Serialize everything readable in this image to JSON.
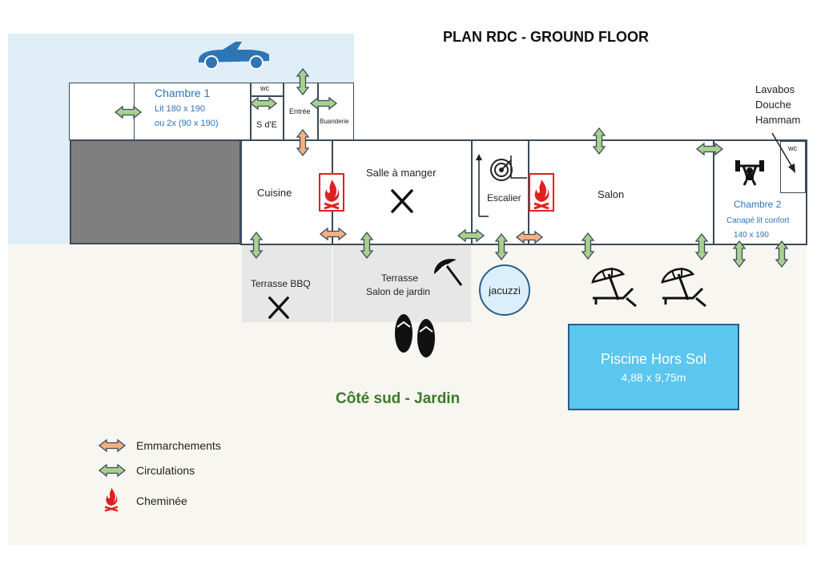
{
  "title": "PLAN RDC - GROUND FLOOR",
  "rooms": {
    "chambre1": {
      "name": "Chambre 1",
      "bed1": "Lit 180 x 190",
      "bed2": "ou 2x (90 x 190)"
    },
    "wc_top": "wc",
    "sde": "S d'E",
    "entree": "Entrée",
    "buanderie": "Buanderie",
    "cuisine": "Cuisine",
    "salle_a_manger": "Salle à manger",
    "escalier": "Escalier",
    "salon": "Salon",
    "chambre2": {
      "name": "Chambre 2",
      "sofa": "Canapé lit confort",
      "size": "140 x 190"
    },
    "wc_right": "wc",
    "wellness": {
      "line1": "Lavabos",
      "line2": "Douche",
      "line3": "Hammam"
    }
  },
  "outdoor": {
    "terrasse_bbq": "Terrasse  BBQ",
    "terrasse_salon_1": "Terrasse",
    "terrasse_salon_2": "Salon de jardin",
    "jacuzzi": "jacuzzi",
    "piscine_name": "Piscine Hors Sol",
    "piscine_size": "4,88 x 9,75m",
    "south": "Côté sud - Jardin"
  },
  "legend": {
    "emmarchements": "Emmarchements",
    "circulations": "Circulations",
    "cheminee": "Cheminée"
  },
  "colors": {
    "circulation": "#a9d18e",
    "emmarchement": "#f4b183",
    "fireplace": "#e02020",
    "pool": "#5bc6ee",
    "car": "#2e75b6",
    "south_text": "#3d7a2a",
    "wall": "#3c4a5a"
  },
  "icons": [
    "car-icon",
    "fork-knife-icon",
    "fireplace-icon",
    "parasol-icon",
    "flip-flops-icon",
    "deckchair-icon",
    "weightlifting-icon",
    "target-icon",
    "stairs-arrow-icon"
  ]
}
